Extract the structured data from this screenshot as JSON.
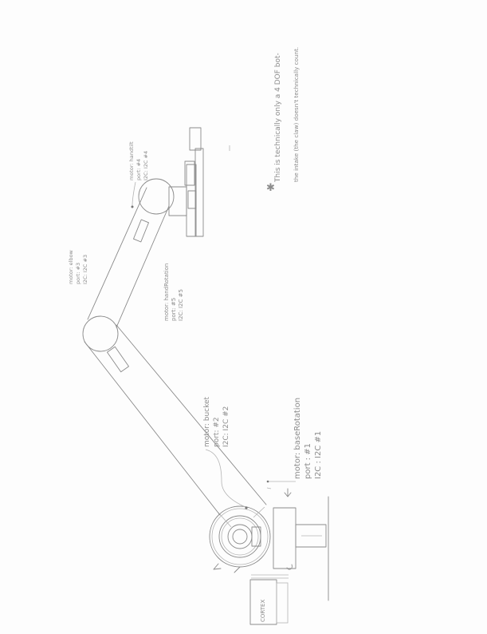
{
  "labels": {
    "base_rotation": {
      "line1": "motor: baseRotation",
      "line2": "port : #1",
      "line3": "I2C : I2C #1"
    },
    "bucket": {
      "line1": "motor: bucket",
      "line2": "port: #2",
      "line3": "I2C: I2C #2"
    },
    "hand_rotation": {
      "line1": "motor: handRotation",
      "line2": "port: #5",
      "line3": "I2C: I2C #5"
    },
    "elbow": {
      "line1": "motor: elbow",
      "line2": "port: #3",
      "line3": "I2C: I2C #3"
    },
    "hand_tilt": {
      "line1": "motor: handtilt",
      "line2": "port: #4",
      "line3": "I2C: I2C #4"
    },
    "cortex": "CORTEX",
    "note_line1": "This is technically only a 4 DOF bot-",
    "note_line2": "the intake (the claw) doesn't technically count.",
    "asterisk": "✱"
  },
  "colors": {
    "pencil": "#8a8a8a",
    "paper": "#fdfdfd"
  }
}
